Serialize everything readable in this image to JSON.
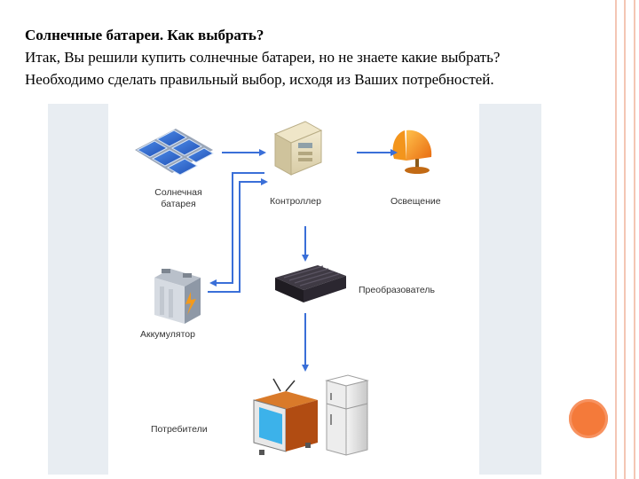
{
  "slide": {
    "title": "Солнечные батареи. Как выбрать?",
    "line1": "Итак, Вы решили купить солнечные батареи, но не знаете какие выбрать?",
    "line2": "Необходимо  сделать правильный выбор, исходя из Ваших потребностей."
  },
  "diagram": {
    "labels": {
      "solar_line1": "Солнечная",
      "solar_line2": "батарея",
      "controller": "Контроллер",
      "lighting": "Освещение",
      "converter": "Преобразователь",
      "battery": "Аккумулятор",
      "consumers": "Потребители"
    }
  },
  "colors": {
    "accent": "#f47a3a",
    "border": "#f4c6b4",
    "arrow": "#3a6fd8",
    "panel_bg": "#e8edf2"
  }
}
